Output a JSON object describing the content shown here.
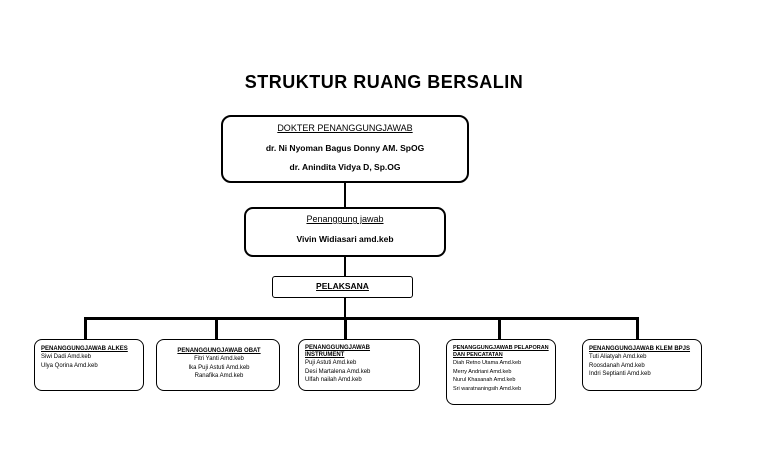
{
  "title": "STRUKTUR RUANG BERSALIN",
  "doctor": {
    "heading": "DOKTER PENANGGUNGJAWAB",
    "members": [
      "dr. Ni Nyoman Bagus Donny  AM. SpOG",
      "dr. Anindita Vidya D, Sp.OG"
    ]
  },
  "penanggung_jawab": {
    "heading": "Penanggung jawab",
    "name": "Vivin Widiasari amd.keb"
  },
  "pelaksana": {
    "label": "PELAKSANA"
  },
  "units": [
    {
      "heading": "PENANGGUNGJAWAB ALKES",
      "members": [
        "Siwi Dadi Amd.keb",
        "Ulya Qorina Amd.keb"
      ]
    },
    {
      "heading": "PENANGGUNGJAWAB OBAT",
      "members": [
        "Fitri Yanti  Amd.keb",
        "Ika Puji Astuti Amd.keb",
        "Ranafika Amd.keb"
      ]
    },
    {
      "heading": "PENANGGUNGJAWAB INSTRUMENT",
      "members": [
        "Puji Astuti Amd.keb",
        "Desi Martalena Amd.keb",
        "Ulfah nailah Amd.keb"
      ]
    },
    {
      "heading": "PENANGGUNGJAWAB PELAPORAN DAN PENCATATAN",
      "members": [
        "Diah  Retno Utama Amd.keb",
        "Merry Andriani Amd.keb",
        "Nurul Khasanah Amd.keb",
        "Sri waratnaningsih Amd.keb"
      ]
    },
    {
      "heading": "PENANGGUNGJAWAB KLEM BPJS",
      "members": [
        "Tuti Aliatyah Amd.keb",
        "Roosdanah Amd.keb",
        "Indri Septianti Amd.keb"
      ]
    }
  ]
}
